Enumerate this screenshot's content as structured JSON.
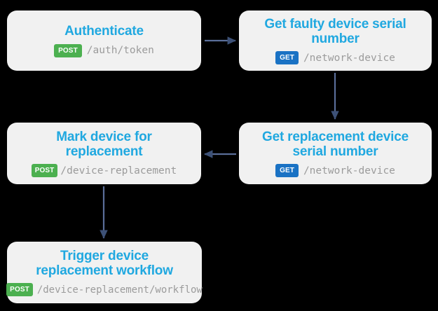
{
  "diagram": {
    "type": "api-workflow-flowchart",
    "background_color": "#000000",
    "node_background_color": "#f1f1f1",
    "title_color": "#20a8e0",
    "path_color": "#9b9b9b",
    "connector_color": "#3d5177",
    "method_colors": {
      "POST": "#4cb050",
      "GET": "#1a72c4"
    },
    "nodes": [
      {
        "id": "authenticate",
        "title": "Authenticate",
        "method": "POST",
        "path": "/auth/token"
      },
      {
        "id": "get-faulty-device-serial-number",
        "title": "Get faulty device serial\nnumber",
        "method": "GET",
        "path": "/network-device"
      },
      {
        "id": "get-replacement-device-serial-number",
        "title": "Get replacement device\nserial number",
        "method": "GET",
        "path": "/network-device"
      },
      {
        "id": "mark-device-for-replacement",
        "title": "Mark device for\nreplacement",
        "method": "POST",
        "path": "/device-replacement"
      },
      {
        "id": "trigger-device-replacement-workflow",
        "title": "Trigger device\nreplacement workflow",
        "method": "POST",
        "path": "/device-replacement/workflow"
      }
    ],
    "connectors": [
      {
        "id": "authenticate-to-get-faulty",
        "from": "authenticate",
        "to": "get-faulty-device-serial-number",
        "direction": "right"
      },
      {
        "id": "get-faulty-to-get-replacement",
        "from": "get-faulty-device-serial-number",
        "to": "get-replacement-device-serial-number",
        "direction": "down"
      },
      {
        "id": "get-replacement-to-mark-device",
        "from": "get-replacement-device-serial-number",
        "to": "mark-device-for-replacement",
        "direction": "left"
      },
      {
        "id": "mark-device-to-trigger-workflow",
        "from": "mark-device-for-replacement",
        "to": "trigger-device-replacement-workflow",
        "direction": "down"
      }
    ]
  }
}
